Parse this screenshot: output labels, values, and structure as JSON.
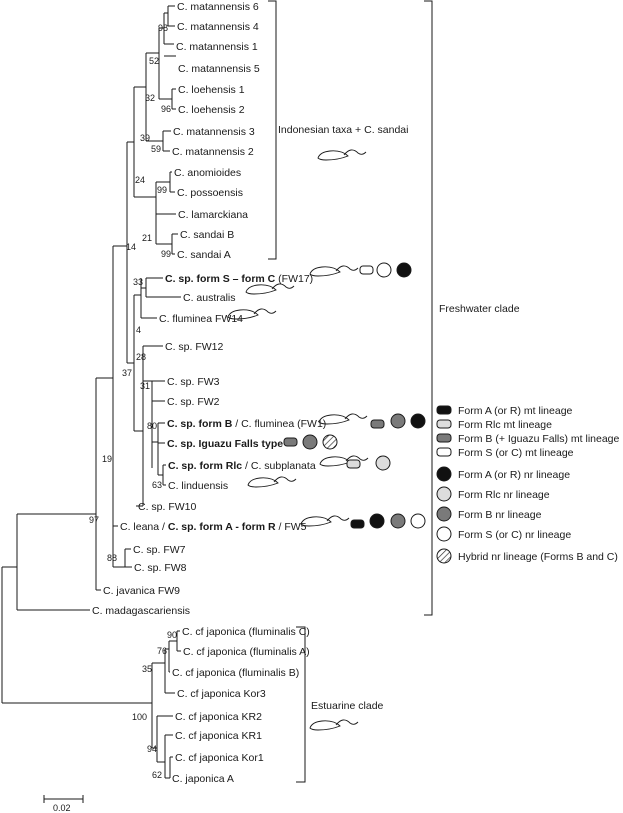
{
  "figure": {
    "taxa": [
      {
        "label": "C. matannensis 6"
      },
      {
        "label": "C. matannensis 4"
      },
      {
        "label": "C. matannensis 1"
      },
      {
        "label": "C. matannensis 5"
      },
      {
        "label": "C. loehensis 1"
      },
      {
        "label": "C. loehensis 2"
      },
      {
        "label": "C. matannensis 3"
      },
      {
        "label": "C. matannensis 2"
      },
      {
        "label": "C. anomioides"
      },
      {
        "label": "C. possoensis"
      },
      {
        "label": "C. lamarckiana"
      },
      {
        "label": "C. sandai B"
      },
      {
        "label": "C. sandai A"
      },
      {
        "label": "C. sp. form S – form C",
        "bold": true,
        "suffix": " (FW17)"
      },
      {
        "label": "C. australis"
      },
      {
        "label": "C. fluminea FW14"
      },
      {
        "label": "C. sp. FW12"
      },
      {
        "label": "C. sp. FW3"
      },
      {
        "label": "C. sp. FW2"
      },
      {
        "label": "C. sp. form B",
        "bold": true,
        "suffix": " / C. fluminea (FW1)"
      },
      {
        "label": "C. sp. Iguazu Falls type",
        "bold": true
      },
      {
        "label": "C. sp. form Rlc",
        "bold": true,
        "suffix": " / C. subplanata"
      },
      {
        "label": "C. linduensis"
      },
      {
        "label": "C. sp. FW10"
      },
      {
        "prefix": "C. leana / ",
        "label": "C. sp. form A - form R",
        "bold": true,
        "suffix": " / FW5"
      },
      {
        "label": "C. sp. FW7"
      },
      {
        "label": "C. sp. FW8"
      },
      {
        "label": "C. javanica FW9"
      },
      {
        "label": "C. madagascariensis"
      },
      {
        "label": "C. cf japonica (fluminalis C)"
      },
      {
        "label": "C. cf japonica (fluminalis A)"
      },
      {
        "label": "C. cf japonica (fluminalis B)"
      },
      {
        "label": "C. cf japonica Kor3"
      },
      {
        "label": "C. cf japonica KR2"
      },
      {
        "label": "C. cf japonica KR1"
      },
      {
        "label": "C. cf japonica Kor1"
      },
      {
        "label": "C. japonica A"
      }
    ],
    "bootstrap": [
      "98",
      "52",
      "32",
      "96",
      "39",
      "59",
      "99",
      "24",
      "21",
      "99",
      "33",
      "14",
      "4",
      "28",
      "31",
      "80",
      "63",
      "37",
      "19",
      "97",
      "88",
      "90",
      "76",
      "35",
      "100",
      "94",
      "62"
    ],
    "clades": {
      "indonesian": "Indonesian taxa + C. sandai",
      "freshwater": "Freshwater clade",
      "estuarine": "Estuarine clade"
    },
    "scale_bar": "0.02",
    "legend": [
      {
        "label": "Form A (or R) mt lineage",
        "shape": "rect",
        "fill": "#111111"
      },
      {
        "label": "Form Rlc mt lineage",
        "shape": "rect",
        "fill": "#dddddd"
      },
      {
        "label": "Form B (+ Iguazu Falls) mt lineage",
        "shape": "rect",
        "fill": "#7a7a7a"
      },
      {
        "label": "Form S (or C) mt lineage",
        "shape": "rect",
        "fill": "#ffffff"
      },
      {
        "label": "Form A (or R) nr lineage",
        "shape": "circle",
        "fill": "#111111"
      },
      {
        "label": "Form Rlc nr lineage",
        "shape": "circle",
        "fill": "#dddddd"
      },
      {
        "label": "Form B nr lineage",
        "shape": "circle",
        "fill": "#7a7a7a"
      },
      {
        "label": "Form S (or C) nr lineage",
        "shape": "circle",
        "fill": "#ffffff"
      },
      {
        "label": "Hybrid nr lineage (Forms B and C)",
        "shape": "circle",
        "fill": "hatched"
      }
    ]
  }
}
